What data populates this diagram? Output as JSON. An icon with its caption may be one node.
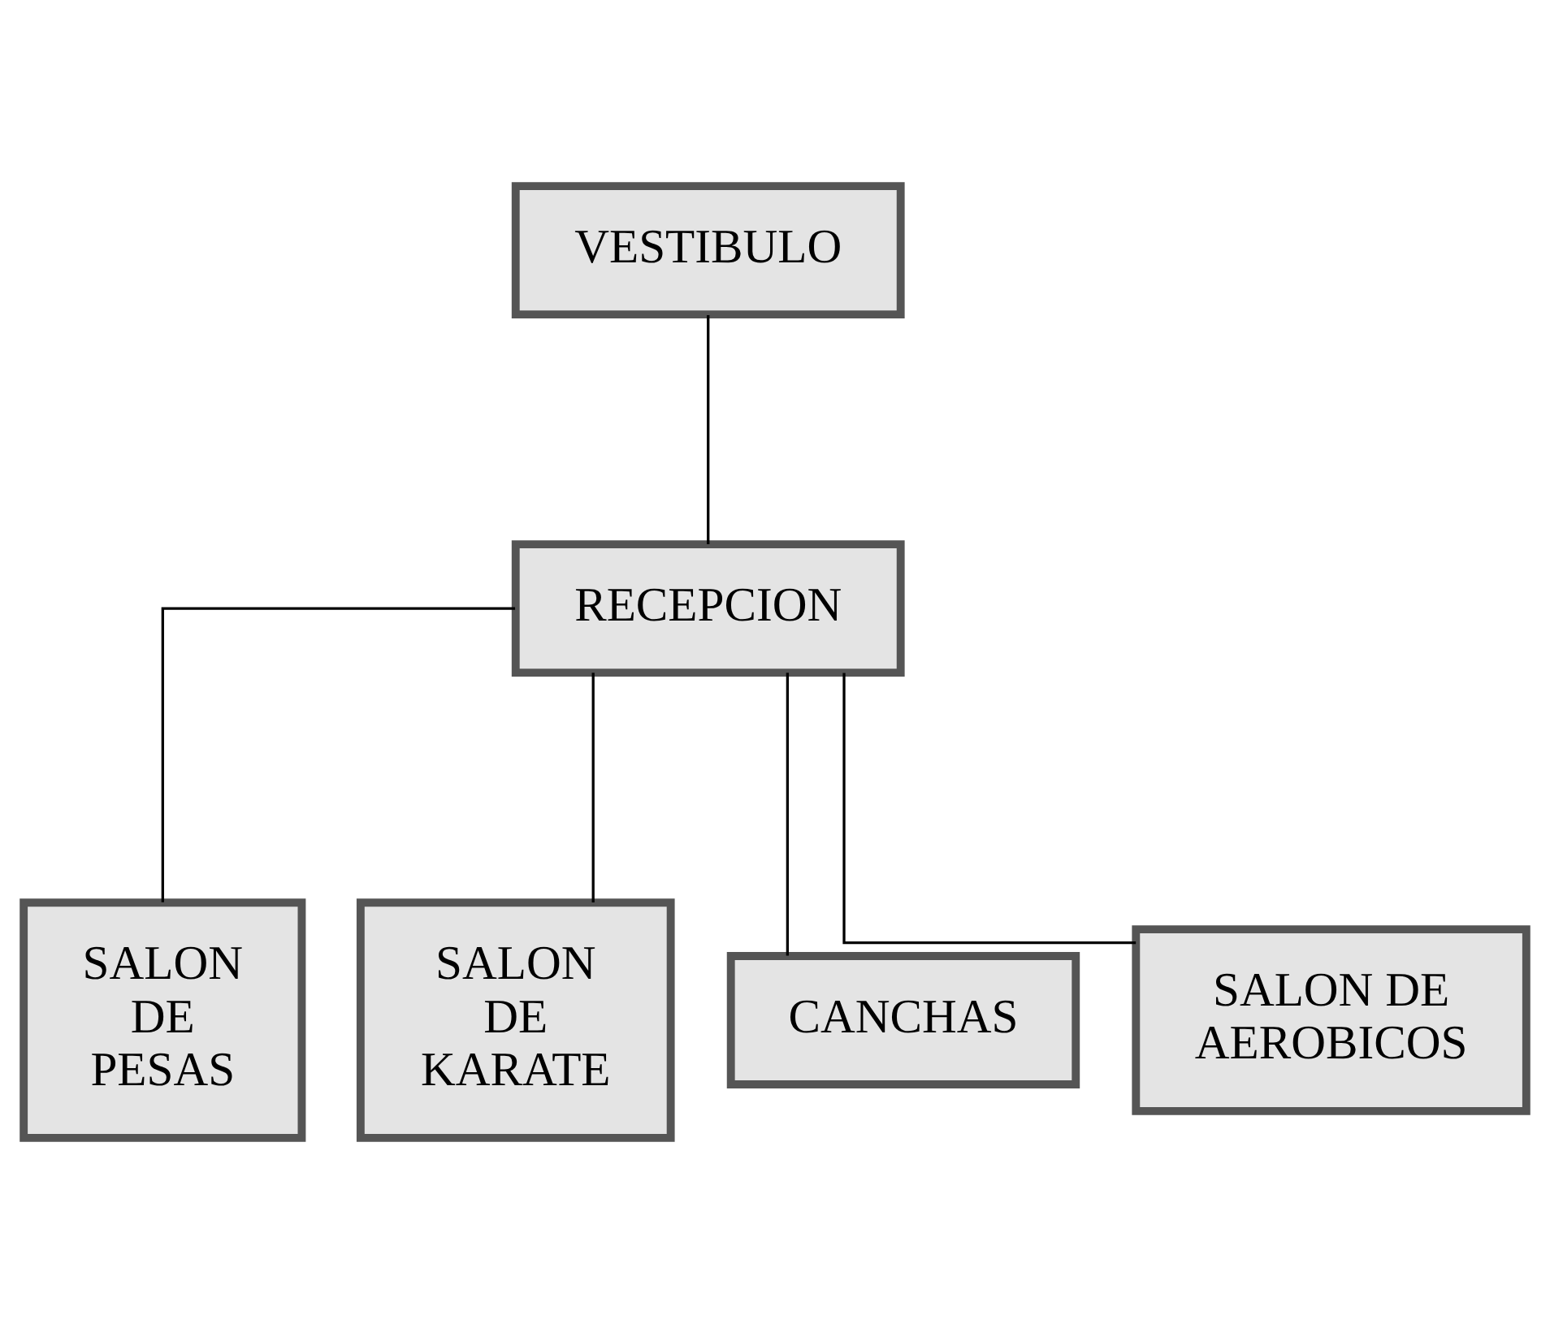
{
  "diagram": {
    "nodes": [
      {
        "text": [
          "VESTIBULO"
        ]
      },
      {
        "text": [
          "RECEPCION"
        ]
      },
      {
        "text": [
          "SALON DE PESAS"
        ]
      },
      {
        "text": [
          "SALON DE KARATE"
        ]
      },
      {
        "text": [
          "CANCHAS"
        ]
      },
      {
        "text": [
          "SALON DE AEROBICOS"
        ]
      }
    ],
    "edges": [
      {
        "from": 0,
        "to": 1,
        "arrow": "none"
      },
      {
        "from": 1,
        "to": 2,
        "arrow": "none"
      },
      {
        "from": 1,
        "to": 3,
        "arrow": "none"
      },
      {
        "from": 1,
        "to": 4,
        "arrow": "none"
      },
      {
        "from": 1,
        "to": 5,
        "arrow": "none"
      }
    ]
  }
}
